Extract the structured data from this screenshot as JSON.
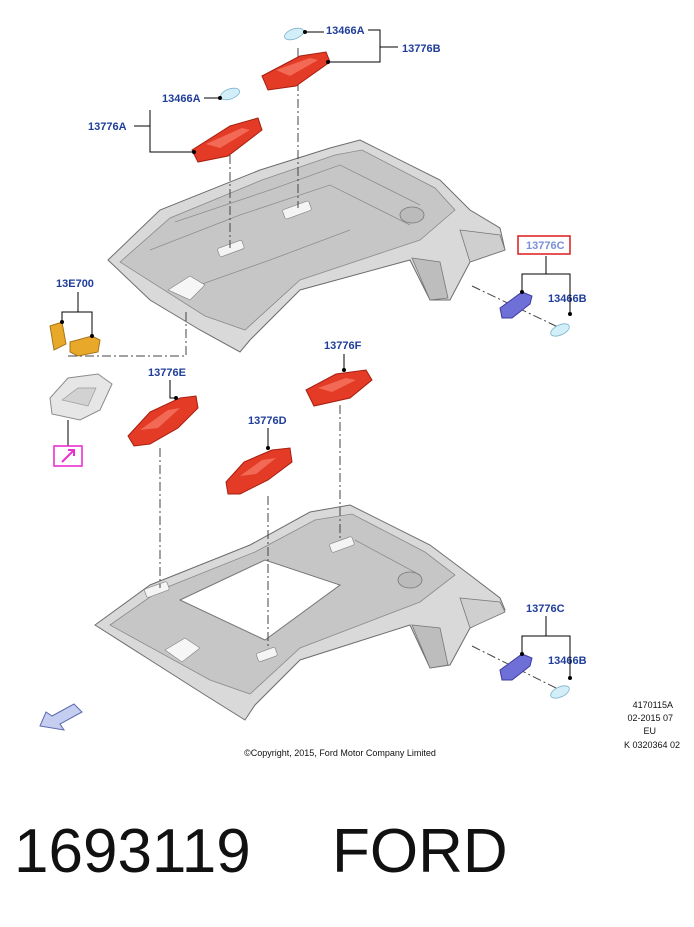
{
  "labels": {
    "bulb_top": "13466A",
    "lamp_top": "13776B",
    "bulb_left": "13466A",
    "lamp_left": "13776A",
    "lamp_c_upper": "13776C",
    "bulb_c_upper": "13466B",
    "part_13e700": "13E700",
    "lamp_e": "13776E",
    "lamp_f": "13776F",
    "lamp_d": "13776D",
    "lamp_c_lower": "13776C",
    "bulb_c_lower": "13466B"
  },
  "colors": {
    "label_blue": "#1f3d99",
    "highlight_red": "#e0282a",
    "callout_magenta": "#e830d0",
    "lamp_red": "#e33b26",
    "bracket_blue": "#6f6fd8",
    "module_yellow": "#e8a92a"
  },
  "icons": {
    "callout": "arrow-callout-icon",
    "direction": "direction-arrow-icon"
  },
  "reference": {
    "code": "4170115A",
    "date": "02-2015 07",
    "region": "EU",
    "k_number": "K 0320364 02"
  },
  "copyright": "©Copyright, 2015, Ford Motor Company Limited",
  "part_number": "1693119",
  "brand": "FORD"
}
